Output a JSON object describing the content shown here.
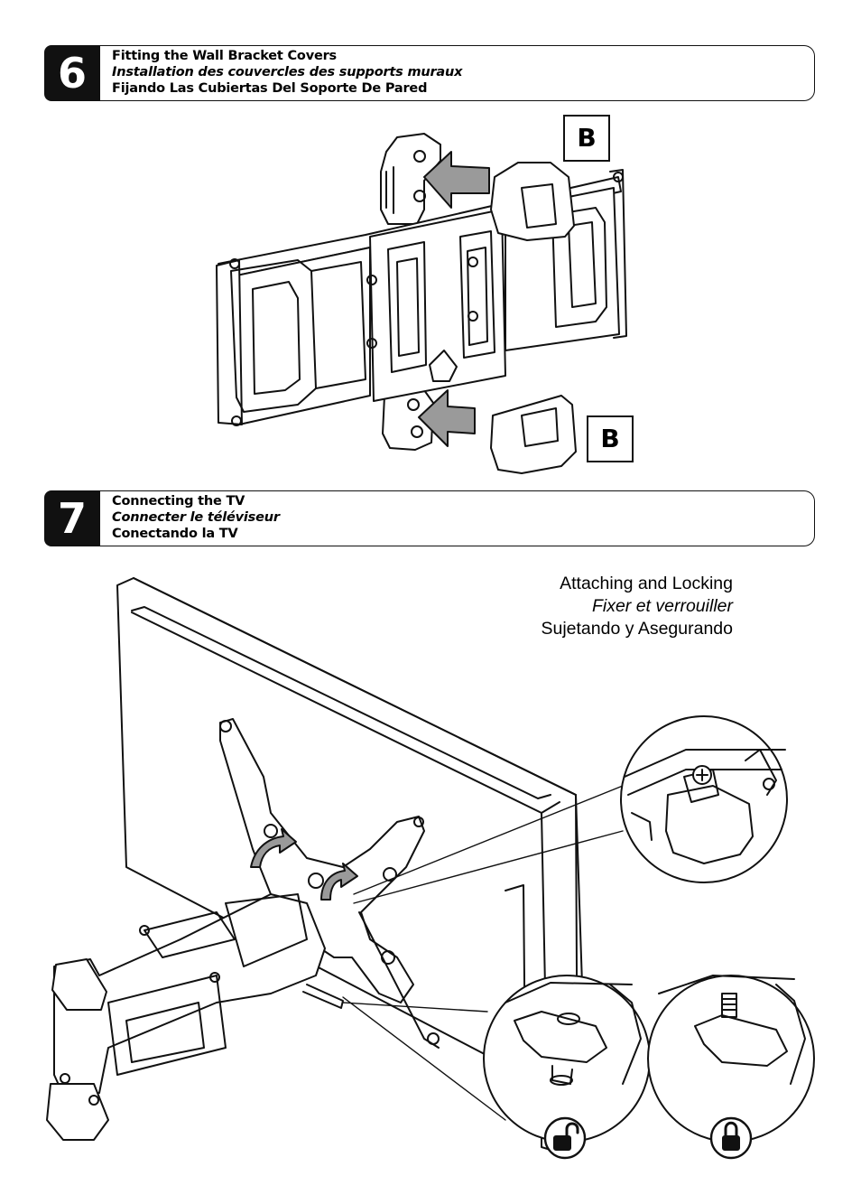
{
  "step6": {
    "number": "6",
    "title_en": "Fitting the Wall Bracket Covers",
    "title_fr": "Installation des couvercles des supports muraux",
    "title_es": "Fijando Las Cubiertas Del Soporte De Pared"
  },
  "step6_labels": {
    "top": "B",
    "bottom": "B"
  },
  "step7": {
    "number": "7",
    "title_en": "Connecting the TV",
    "title_fr": "Connecter le téléviseur",
    "title_es": "Conectando la TV"
  },
  "step7_caption": {
    "en": "Attaching and Locking",
    "fr": "Fixer et verrouiller",
    "es": "Sujetando y Asegurando"
  },
  "icons": {
    "unlocked": "padlock-open-icon",
    "locked": "padlock-closed-icon"
  },
  "colors": {
    "line": "#111111",
    "arrow_fill": "#9a9a9a",
    "cover_fill": "#ffffff"
  }
}
